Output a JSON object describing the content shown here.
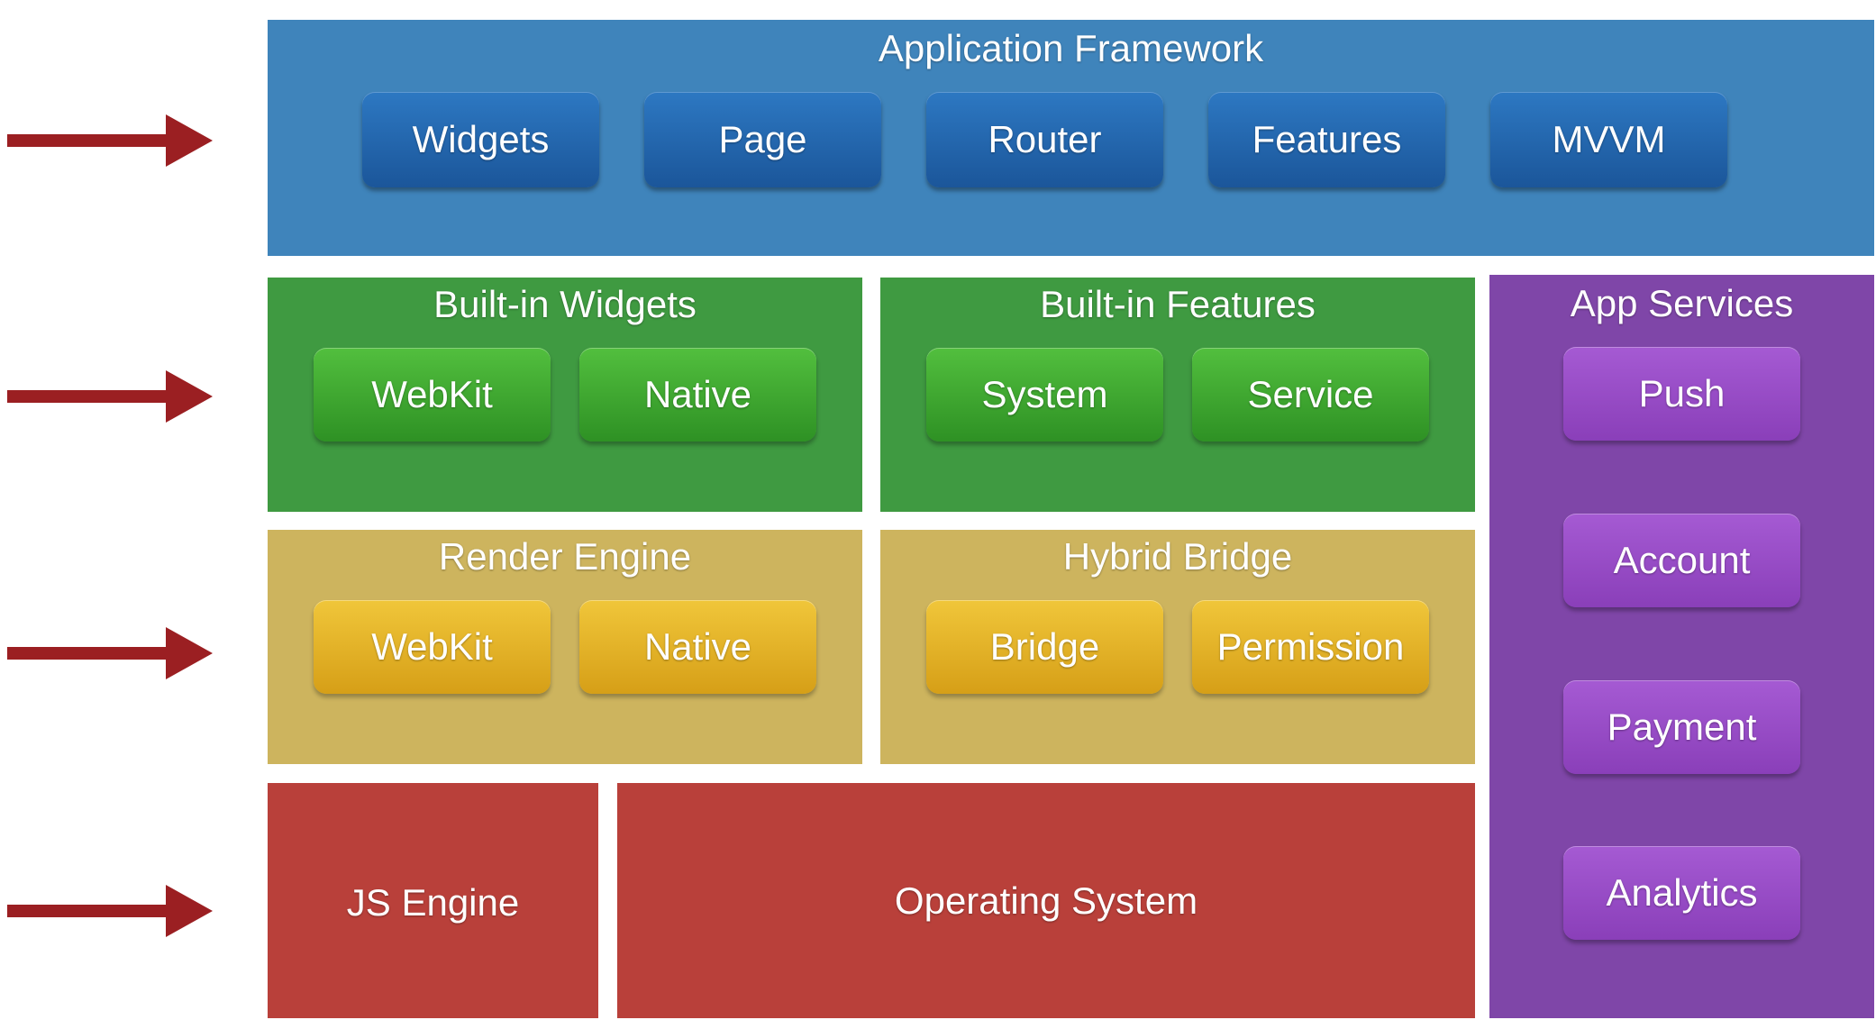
{
  "colors": {
    "arrow": "#9b1f22",
    "application_framework": "#3f84bb",
    "built_in": "#3f9a41",
    "engine_bridge": "#cdb45e",
    "system": "#b9403a",
    "app_services": "#7f46a8"
  },
  "arrows": [
    "arrow-icon",
    "arrow-icon",
    "arrow-icon",
    "arrow-icon"
  ],
  "application_framework": {
    "title": "Application Framework",
    "items": [
      "Widgets",
      "Page",
      "Router",
      "Features",
      "MVVM"
    ]
  },
  "built_in_widgets": {
    "title": "Built-in Widgets",
    "items": [
      "WebKit",
      "Native"
    ]
  },
  "built_in_features": {
    "title": "Built-in Features",
    "items": [
      "System",
      "Service"
    ]
  },
  "render_engine": {
    "title": "Render Engine",
    "items": [
      "WebKit",
      "Native"
    ]
  },
  "hybrid_bridge": {
    "title": "Hybrid Bridge",
    "items": [
      "Bridge",
      "Permission"
    ]
  },
  "js_engine": {
    "label": "JS Engine"
  },
  "operating_system": {
    "label": "Operating System"
  },
  "app_services": {
    "title": "App Services",
    "items": [
      "Push",
      "Account",
      "Payment",
      "Analytics"
    ]
  }
}
